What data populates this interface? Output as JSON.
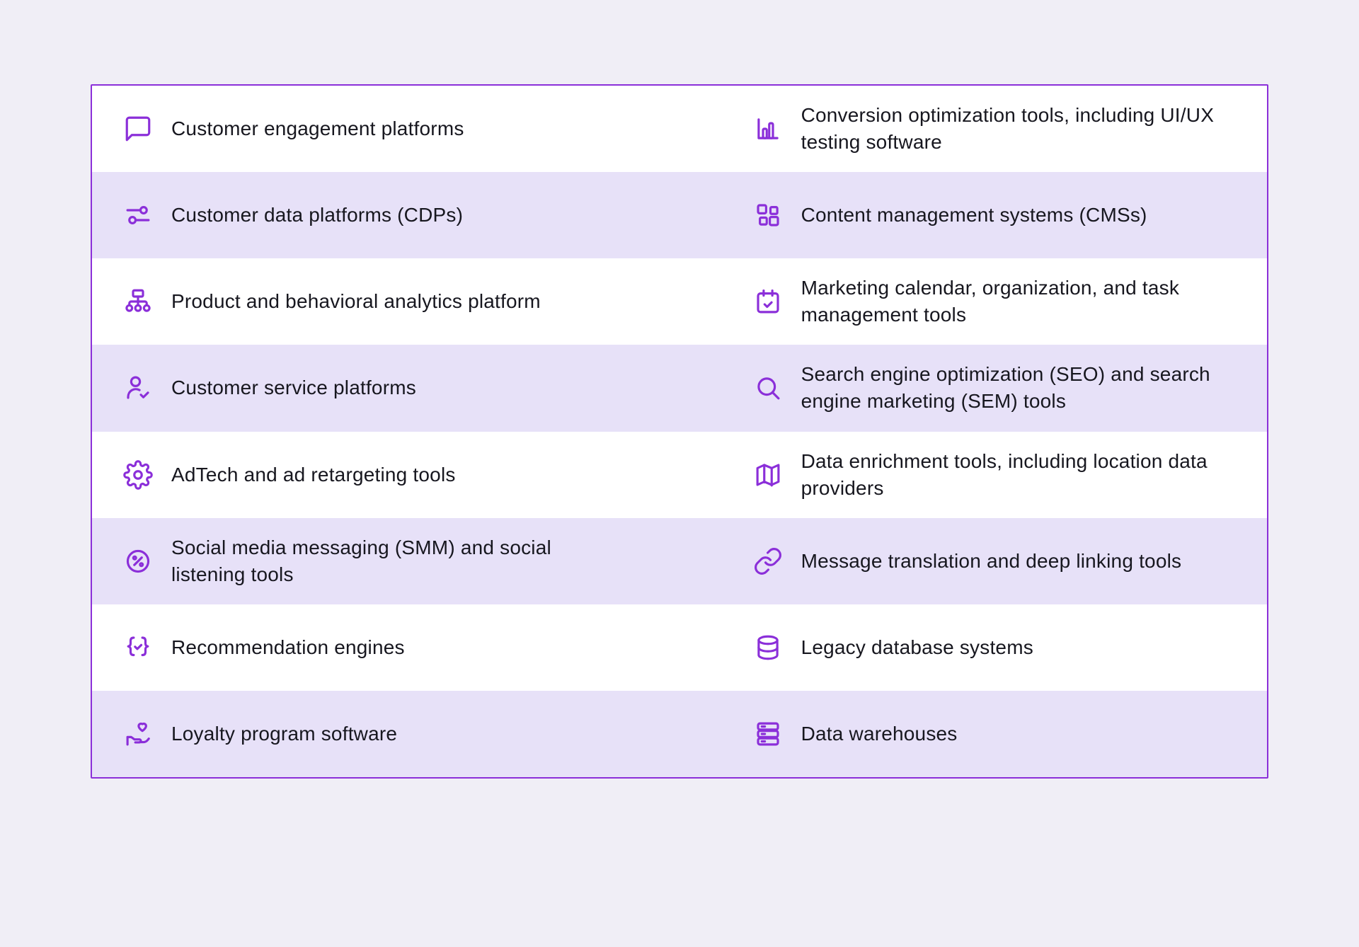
{
  "colors": {
    "page_bg": "#f0eef6",
    "card_bg": "#ffffff",
    "row_alt_bg": "#e7e1f8",
    "border": "#8b2fd9",
    "icon": "#8b2fd9",
    "text": "#17171f"
  },
  "rows": [
    {
      "left": {
        "icon": "chat-bubble-icon",
        "label": "Customer engagement platforms"
      },
      "right": {
        "icon": "bar-chart-icon",
        "label": "Conversion optimization tools, including UI/UX testing software"
      }
    },
    {
      "left": {
        "icon": "sliders-icon",
        "label": "Customer data platforms (CDPs)"
      },
      "right": {
        "icon": "content-blocks-icon",
        "label": "Content management systems (CMSs)"
      }
    },
    {
      "left": {
        "icon": "sitemap-icon",
        "label": "Product and behavioral analytics platform"
      },
      "right": {
        "icon": "calendar-check-icon",
        "label": "Marketing calendar, organization, and task management tools"
      }
    },
    {
      "left": {
        "icon": "user-check-icon",
        "label": "Customer service platforms"
      },
      "right": {
        "icon": "search-icon",
        "label": "Search engine optimization (SEO) and search engine marketing (SEM) tools"
      }
    },
    {
      "left": {
        "icon": "gear-icon",
        "label": "AdTech and ad retargeting tools"
      },
      "right": {
        "icon": "map-icon",
        "label": "Data enrichment tools, including location data providers"
      }
    },
    {
      "left": {
        "icon": "discount-badge-icon",
        "label": "Social media messaging (SMM) and social listening tools"
      },
      "right": {
        "icon": "link-icon",
        "label": "Message translation and deep linking tools"
      }
    },
    {
      "left": {
        "icon": "braces-check-icon",
        "label": "Recommendation engines"
      },
      "right": {
        "icon": "database-icon",
        "label": "Legacy database systems"
      }
    },
    {
      "left": {
        "icon": "hand-heart-icon",
        "label": "Loyalty program software"
      },
      "right": {
        "icon": "server-stack-icon",
        "label": "Data warehouses"
      }
    }
  ]
}
